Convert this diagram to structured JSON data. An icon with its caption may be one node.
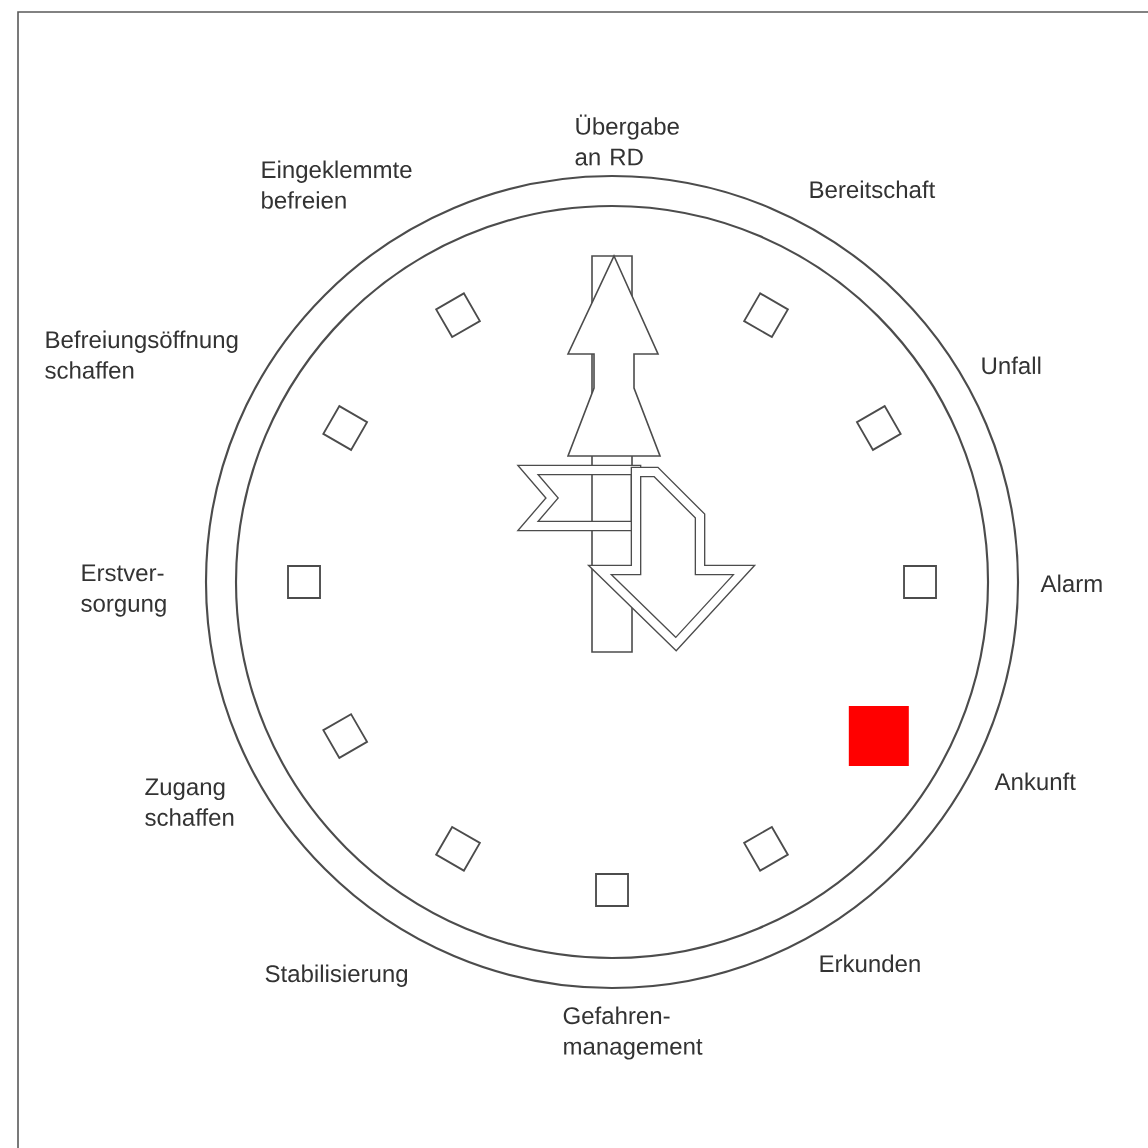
{
  "diagram": {
    "labels": [
      "Übergabe an RD",
      "Eingeklemmte befreien",
      "Bereitschaft",
      "Befreiungsöffnung schaffen",
      "Unfall",
      "Erstver- sorgung",
      "Alarm",
      "Zugang schaffen",
      "Ankunft",
      "Stabilisierung",
      "Erkunden",
      "Gefahren- management"
    ]
  }
}
